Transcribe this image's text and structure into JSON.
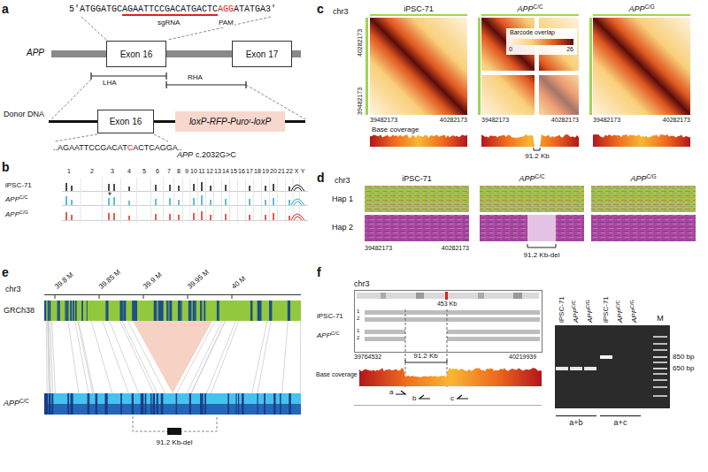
{
  "diagram": {
    "nodes": [
      {
        "text": [
          "Exon 16"
        ]
      },
      {
        "text": [
          "Exon 17"
        ]
      },
      {
        "text": [
          "Exon 16"
        ]
      },
      {
        "text": [
          "loxP-RFP-Puroʳ-loxP"
        ]
      }
    ],
    "labels": [
      "a",
      "5′ATGGATGC",
      "AGAATTCCGACATGACTC",
      "AGG",
      "ATATGA3′",
      "sgRNA",
      "PAM",
      "APP",
      "LHA",
      "RHA",
      "Donor DNA",
      "..AGAATTCCGACAT",
      "C",
      "ACTCAGGA..",
      "APP",
      "c.2032G>C",
      "b",
      "1",
      "2",
      "3",
      "4",
      "5",
      "6",
      "7",
      "8",
      "9",
      "10",
      "11",
      "12",
      "13",
      "14",
      "15",
      "16",
      "17",
      "18",
      "19",
      "20",
      "21",
      "22",
      "X",
      "Y",
      "iPSC-71",
      "APP",
      "C/C",
      "APP",
      "C/G",
      "*",
      "c",
      "chr3",
      "iPSC-71",
      "APP",
      "C/C",
      "APP",
      "C/G",
      "40282173",
      "39482173",
      "Barcode overlap",
      "0",
      "26",
      "39482173",
      "40282173",
      "39482173",
      "40282173",
      "39482173",
      "40282173",
      "Base coverage",
      "91.2 Kb",
      "d",
      "chr3",
      "iPSC-71",
      "APP",
      "C/C",
      "APP",
      "C/G",
      "Hap 1",
      "Hap 2",
      "39482173",
      "40282173",
      "91.2 Kb-del",
      "e",
      "chr3",
      "39.8 M",
      "39.85 M",
      "39.9 M",
      "39.95 M",
      "40 M",
      "GRCh38",
      "APP",
      "C/C",
      "91.2 Kb-del",
      "f",
      "chr3",
      "453 Kb",
      "iPSC-71",
      "APP",
      "C/C",
      "1",
      "2",
      "1",
      "2",
      "39764532",
      "91.2 Kb",
      "40219939",
      "Base coverage",
      "a",
      "b",
      "c",
      "iPSC-71",
      "APP",
      "C/C",
      "APP",
      "C/G",
      "iPSC-71",
      "APP",
      "C/C",
      "APP",
      "C/G",
      "M",
      "850 bp",
      "650 bp",
      "a+b",
      "a+c"
    ]
  }
}
